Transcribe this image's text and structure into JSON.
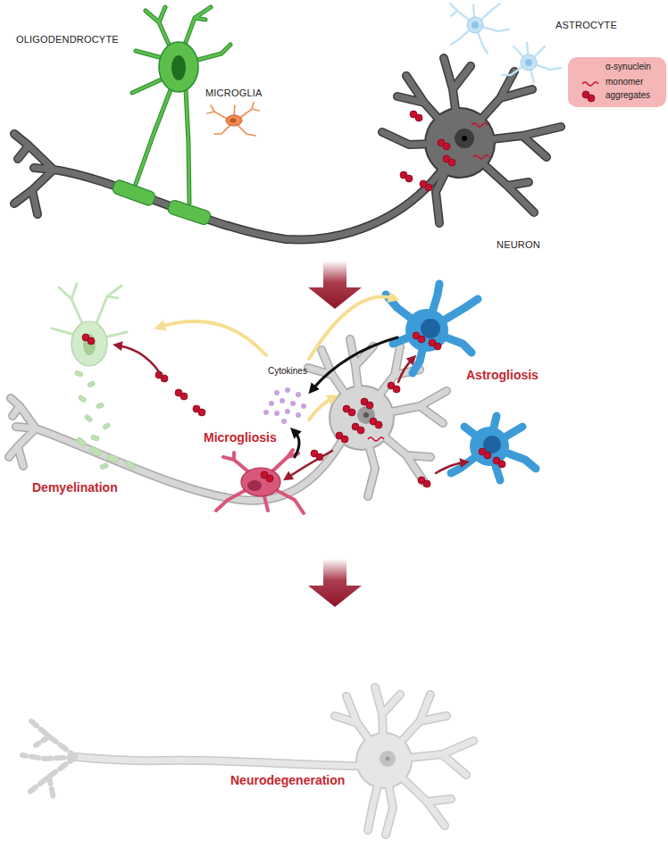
{
  "diagram": {
    "labels": [
      "OLIGODENDROCYTE",
      "MICROGLIA",
      "ASTROCYTE",
      "NEURON",
      "α-synuclein",
      "Cytokines",
      "Astrogliosis",
      "Microgliosis",
      "Demyelination",
      "Neurodegeneration"
    ],
    "legend": [
      {
        "text": "monomer"
      },
      {
        "text": "aggregates"
      }
    ]
  }
}
